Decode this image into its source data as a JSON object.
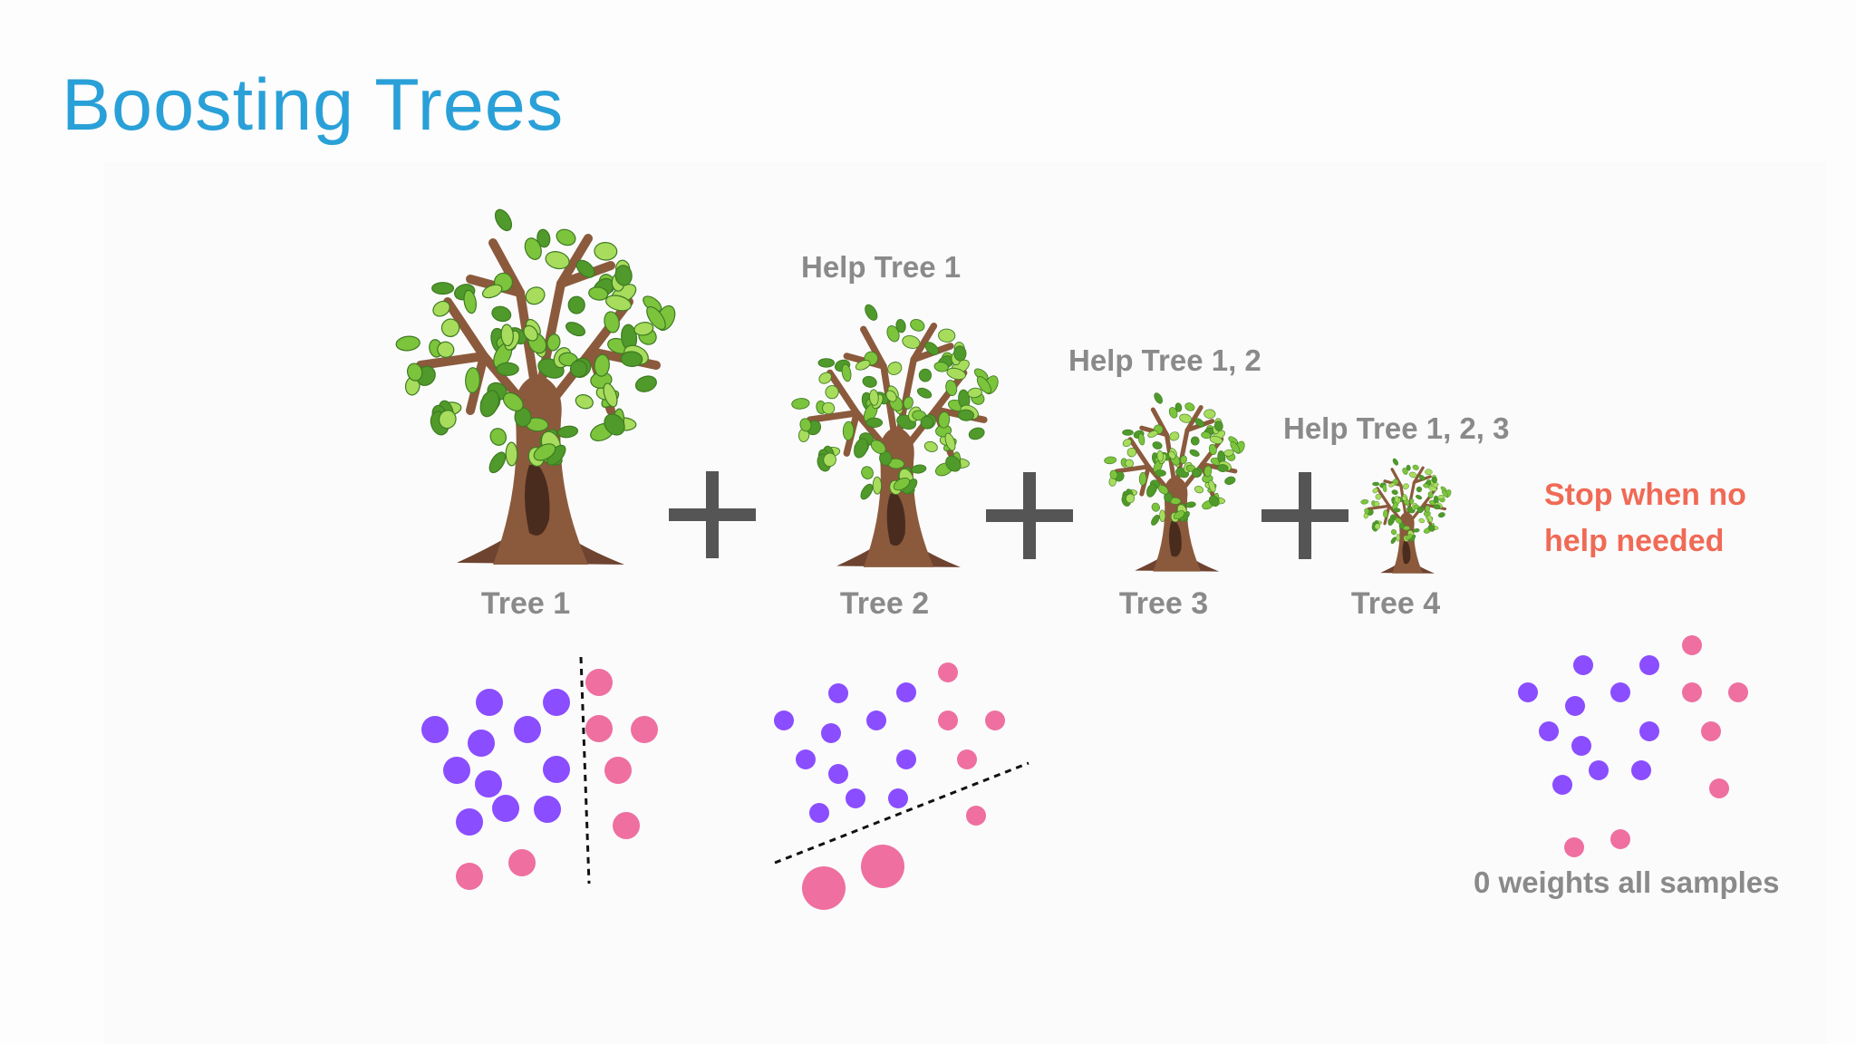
{
  "slide": {
    "title": "Boosting Trees"
  },
  "trees": [
    {
      "label": "Tree 1",
      "help": ""
    },
    {
      "label": "Tree 2",
      "help": "Help Tree 1"
    },
    {
      "label": "Tree 3",
      "help": "Help Tree 1, 2"
    },
    {
      "label": "Tree 4",
      "help": "Help Tree 1, 2, 3"
    }
  ],
  "stop_note": {
    "line1": "Stop when no",
    "line2": "help needed"
  },
  "final_note": "0 weights all samples",
  "colors": {
    "title": "#2aa0d8",
    "purple": "#8a4dff",
    "pink": "#ee6fa0",
    "stop": "#f06a55",
    "label_gray": "#8a8a8a",
    "plus": "#555555",
    "trunk": "#8b5a3c",
    "leaf": "#7cc43c"
  },
  "operator_symbol": "plus",
  "scatter_panels": [
    {
      "name": "tree-1-samples",
      "divider": "vertical-dashed"
    },
    {
      "name": "tree-2-samples",
      "divider": "diagonal-dashed"
    },
    {
      "name": "final-samples",
      "divider": "none"
    }
  ]
}
